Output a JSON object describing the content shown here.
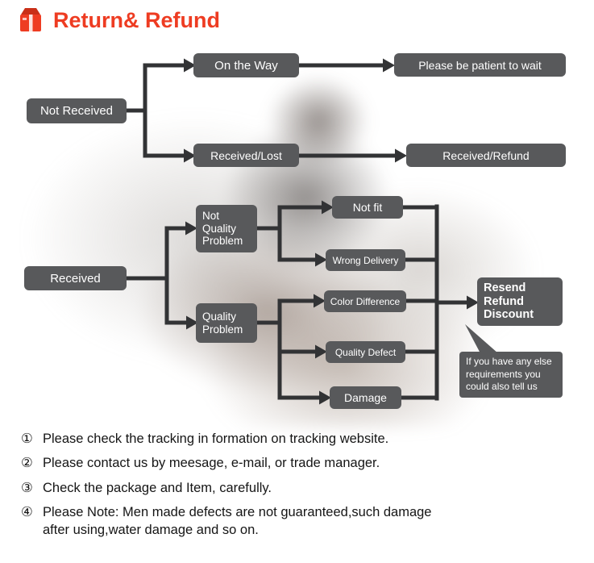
{
  "header": {
    "title": "Return& Refund",
    "icon": "package-icon",
    "title_color": "#ee3c22"
  },
  "flow": {
    "not_received": "Not Received",
    "on_the_way": "On the Way",
    "be_patient": "Please be patient to wait",
    "received_lost": "Received/Lost",
    "received_refund": "Received/Refund",
    "received": "Received",
    "not_quality_problem": "Not\nQuality\nProblem",
    "quality_problem": "Quality\nProblem",
    "not_fit": "Not fit",
    "wrong_delivery": "Wrong Delivery",
    "color_difference": "Color Difference",
    "quality_defect": "Quality Defect",
    "damage": "Damage",
    "resolution": "Resend\nRefund\nDiscount",
    "bubble": "If you have any else\nrequirements you\ncould also tell us"
  },
  "notes": [
    {
      "num": "①",
      "text": "Please check the tracking in formation on tracking website."
    },
    {
      "num": "②",
      "text": "Please contact us by meesage, e-mail, or trade manager."
    },
    {
      "num": "③",
      "text": "Check the package and Item, carefully."
    },
    {
      "num": "④",
      "text": "Please Note: Men made defects  are not guaranteed,such damage\nafter using,water damage and so on."
    }
  ],
  "colors": {
    "node_bg": "#58595b",
    "arrow": "#323335",
    "title": "#ee3c22"
  }
}
